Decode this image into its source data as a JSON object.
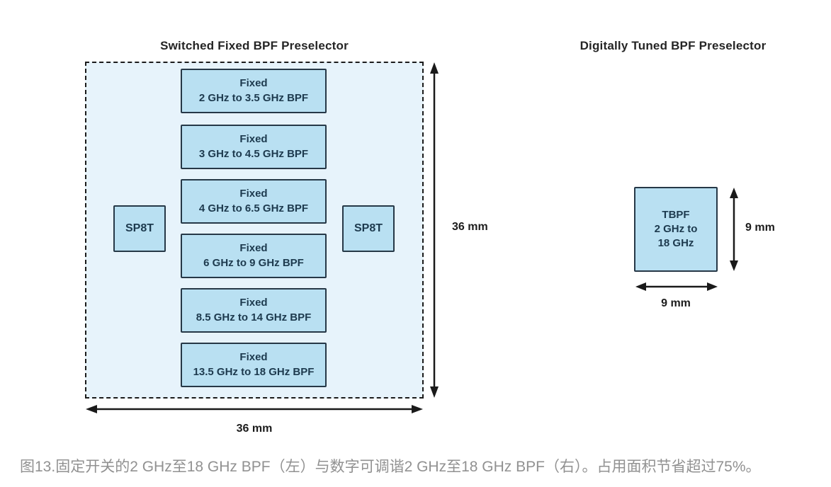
{
  "left_panel": {
    "title": "Switched Fixed BPF Preselector",
    "filters": [
      {
        "line1": "Fixed",
        "line2": "2 GHz to 3.5 GHz BPF"
      },
      {
        "line1": "Fixed",
        "line2": "3 GHz to 4.5 GHz BPF"
      },
      {
        "line1": "Fixed",
        "line2": "4 GHz to 6.5 GHz BPF"
      },
      {
        "line1": "Fixed",
        "line2": "6 GHz to 9 GHz BPF"
      },
      {
        "line1": "Fixed",
        "line2": "8.5 GHz to 14 GHz BPF"
      },
      {
        "line1": "Fixed",
        "line2": "13.5 GHz to 18 GHz BPF"
      }
    ],
    "switch_left_label": "SP8T",
    "switch_right_label": "SP8T",
    "height_label": "36 mm",
    "width_label": "36 mm"
  },
  "right_panel": {
    "title": "Digitally Tuned BPF Preselector",
    "tbpf": {
      "line1": "TBPF",
      "line2": "2 GHz to",
      "line3": "18 GHz"
    },
    "height_label": "9 mm",
    "width_label": "9 mm"
  },
  "caption": "图13.固定开关的2 GHz至18 GHz BPF（左）与数字可调谐2 GHz至18 GHz BPF（右）。占用面积节省超过75%。",
  "colors": {
    "block_fill": "#b9e0f2",
    "container_fill": "#e7f3fb",
    "block_border": "#263847",
    "block_text": "#1d3a4e",
    "dashed_outline": "#1b1b1b",
    "arrow": "#1a1a1a",
    "caption_text": "#919191",
    "background": "#ffffff"
  }
}
